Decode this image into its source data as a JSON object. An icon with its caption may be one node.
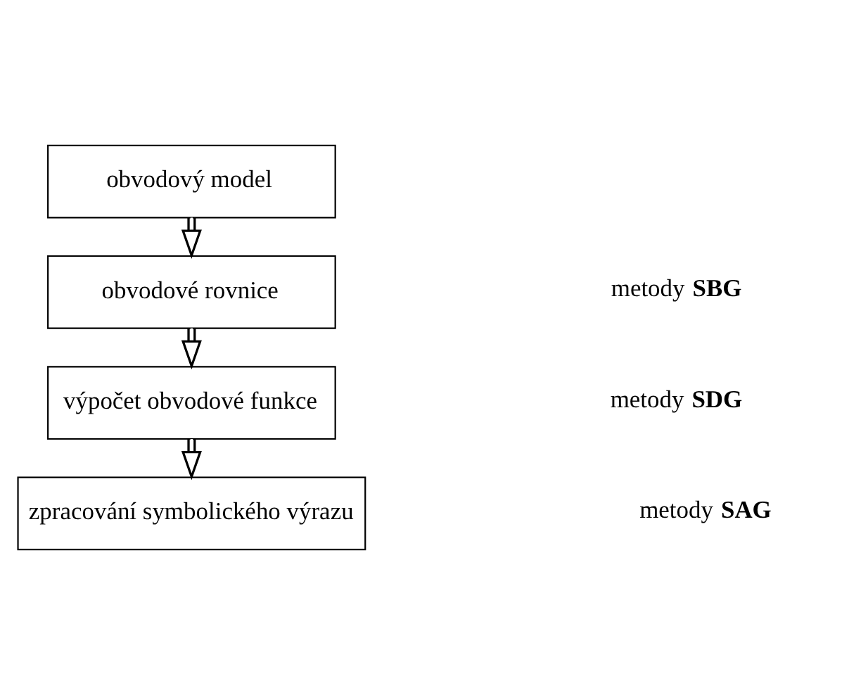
{
  "diagram": {
    "nodes": [
      {
        "text": [
          "obvodový model"
        ]
      },
      {
        "text": [
          "obvodové rovnice"
        ]
      },
      {
        "text": [
          "výpočet obvodové funkce"
        ]
      },
      {
        "text": [
          "zpracování symbolického výrazu"
        ]
      }
    ],
    "edges": [
      {
        "from": 0,
        "to": 1,
        "arrow": "to"
      },
      {
        "from": 1,
        "to": 2,
        "arrow": "to"
      },
      {
        "from": 2,
        "to": 3,
        "arrow": "to"
      }
    ],
    "labels": [
      "metody **SBG**",
      "metody **SDG**",
      "metody **SAG**"
    ]
  }
}
